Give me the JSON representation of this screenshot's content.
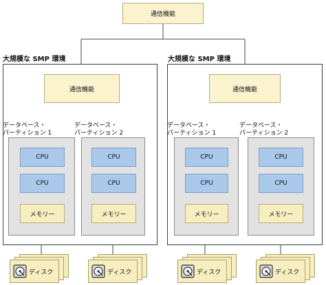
{
  "top_comm": {
    "label": "通信機能"
  },
  "environments": [
    {
      "title": "大規模な SMP 環境",
      "comm": "通信機能",
      "partitions": [
        {
          "label_line1": "データベース・",
          "label_line2": "パーティション 1",
          "cpus": [
            "CPU",
            "CPU"
          ],
          "memory": "メモリー"
        },
        {
          "label_line1": "データベース・",
          "label_line2": "パーティション 2",
          "cpus": [
            "CPU",
            "CPU"
          ],
          "memory": "メモリー"
        }
      ],
      "disks": [
        "ディスク",
        "ディスク"
      ]
    },
    {
      "title": "大規模な SMP 環境",
      "comm": "通信機能",
      "partitions": [
        {
          "label_line1": "データベース・",
          "label_line2": "パーティション 1",
          "cpus": [
            "CPU",
            "CPU"
          ],
          "memory": "メモリー"
        },
        {
          "label_line1": "データベース・",
          "label_line2": "パーティション 2",
          "cpus": [
            "CPU",
            "CPU"
          ],
          "memory": "メモリー"
        }
      ],
      "disks": [
        "ディスク",
        "ディスク"
      ]
    }
  ]
}
